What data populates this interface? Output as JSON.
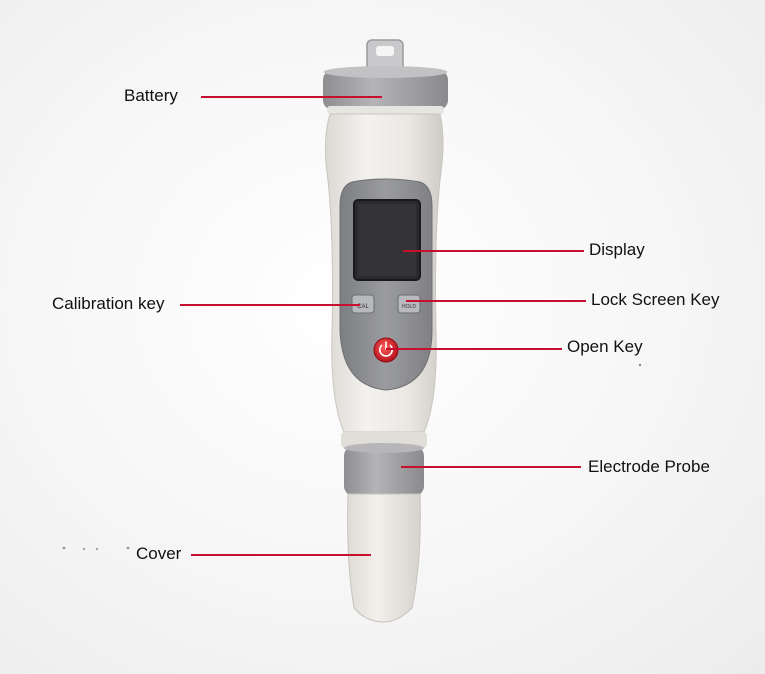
{
  "callouts": {
    "battery": "Battery",
    "display": "Display",
    "calibration_key": "Calibration key",
    "lock_screen_key": "Lock Screen Key",
    "open_key": "Open Key",
    "electrode_probe": "Electrode Probe",
    "cover": "Cover"
  },
  "device": {
    "cal_key_text": "CAL",
    "hold_key_text": "HOLD",
    "power_icon": "power-icon"
  },
  "colors": {
    "leader_line": "#c8102e",
    "cap_gray": "#a9a9a9",
    "body_white": "#efedea",
    "panel_gray": "#8d8e92",
    "screen": "#2b2b2d",
    "power_red": "#d91f26"
  }
}
